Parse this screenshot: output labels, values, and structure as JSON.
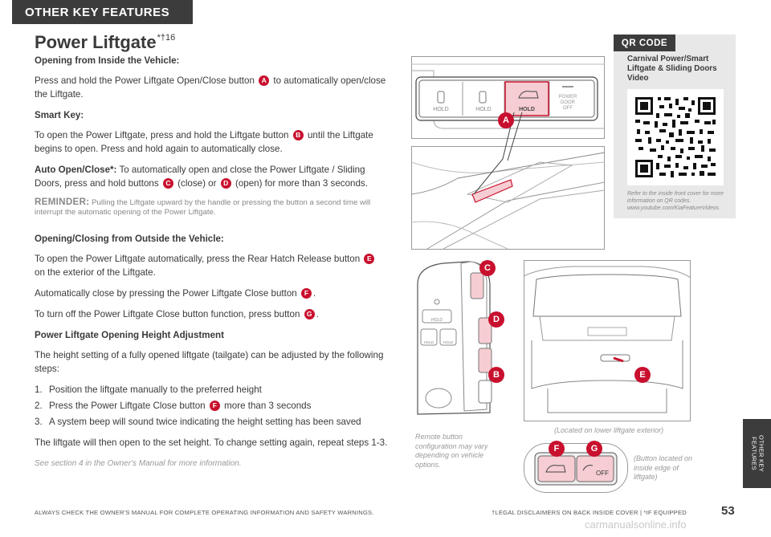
{
  "section_tab": "OTHER KEY FEATURES",
  "title": "Power Liftgate",
  "title_marks": "*†16",
  "s1": {
    "heading": "Opening from Inside the Vehicle:",
    "p1a": "Press and hold the Power Liftgate Open/Close button",
    "badge": "A",
    "p1b": "to automatically open/close the Liftgate."
  },
  "s2": {
    "heading": "Smart Key:",
    "p1a": "To open the Power Liftgate, press and hold the Liftgate button",
    "badge": "B",
    "p1b": "until the Liftgate begins to open. Press and hold again to automatically close."
  },
  "s3": {
    "lead": "Auto Open/Close*:",
    "p1a": "To automatically open and close the Power Liftgate / Sliding Doors, press and hold buttons",
    "badge1": "C",
    "p1b": "(close) or",
    "badge2": "D",
    "p1c": "(open) for more than 3 seconds."
  },
  "reminder": {
    "label": "REMINDER:",
    "text": "Pulling the Liftgate upward by the handle or pressing the button a second time will interrupt the automatic opening of the Power Liftgate."
  },
  "s4": {
    "heading": "Opening/Closing from Outside the Vehicle:",
    "p1a": "To open the Power Liftgate automatically, press the Rear Hatch Release button",
    "badge1": "E",
    "p1b": "on the exterior of the Liftgate.",
    "p2a": "Automatically close by pressing the Power Liftgate Close button",
    "badge2": "F",
    "p2b": ".",
    "p3a": "To turn off the Power Liftgate Close button function, press button",
    "badge3": "G",
    "p3b": "."
  },
  "s5": {
    "heading": "Power Liftgate Opening Height Adjustment",
    "intro": "The height setting of a fully opened liftgate (tailgate) can be adjusted by the following steps:",
    "steps": [
      {
        "num": "1.",
        "a": "Position the liftgate manually to the preferred height",
        "badge": "",
        "b": ""
      },
      {
        "num": "2.",
        "a": "Press the Power Liftgate Close button",
        "badge": "F",
        "b": "more than 3 seconds"
      },
      {
        "num": "3.",
        "a": "A system beep will sound twice indicating the height setting has been saved",
        "badge": "",
        "b": ""
      }
    ],
    "outro": "The liftgate will then open to the set height. To change setting again, repeat steps 1-3."
  },
  "see_section": "See section 4 in the Owner's Manual for more information.",
  "qr": {
    "tab": "QR CODE",
    "title": "Carnival Power/Smart Liftgate & Sliding Doors Video",
    "note": "Refer to the inside front cover for more information on QR codes. www.youtube.com/KiaFeatureVideos"
  },
  "console": {
    "hold1": "HOLD",
    "hold2": "HOLD",
    "hold3": "HOLD",
    "power_l1": "POWER",
    "power_l2": "DOOR",
    "power_l3": "OFF",
    "callout": "A"
  },
  "fob": {
    "hold_top": "HOLD",
    "hold_l": "HOLD",
    "hold_r": "HOLD",
    "callout_c": "C",
    "callout_d": "D",
    "callout_b": "B",
    "caption": "Remote button configuration may vary depending on vehicle options."
  },
  "rear": {
    "callout": "E",
    "caption": "(Located on lower liftgate exterior)"
  },
  "liftgate_btns": {
    "callout_f": "F",
    "callout_g": "G",
    "off_label": "OFF",
    "caption": "(Button located on inside edge of liftgate)"
  },
  "side_tab": "OTHER KEY FEATURES",
  "footer_left": "ALWAYS CHECK THE OWNER'S MANUAL FOR COMPLETE OPERATING INFORMATION AND SAFETY WARNINGS.",
  "footer_right": "†LEGAL DISCLAIMERS ON BACK INSIDE COVER  |  *IF EQUIPPED",
  "page_number": "53",
  "watermark": "carmanualsonline.info",
  "colors": {
    "accent": "#c8102e",
    "dark": "#3c3c3c",
    "qr_bg": "#e8e8e8"
  }
}
